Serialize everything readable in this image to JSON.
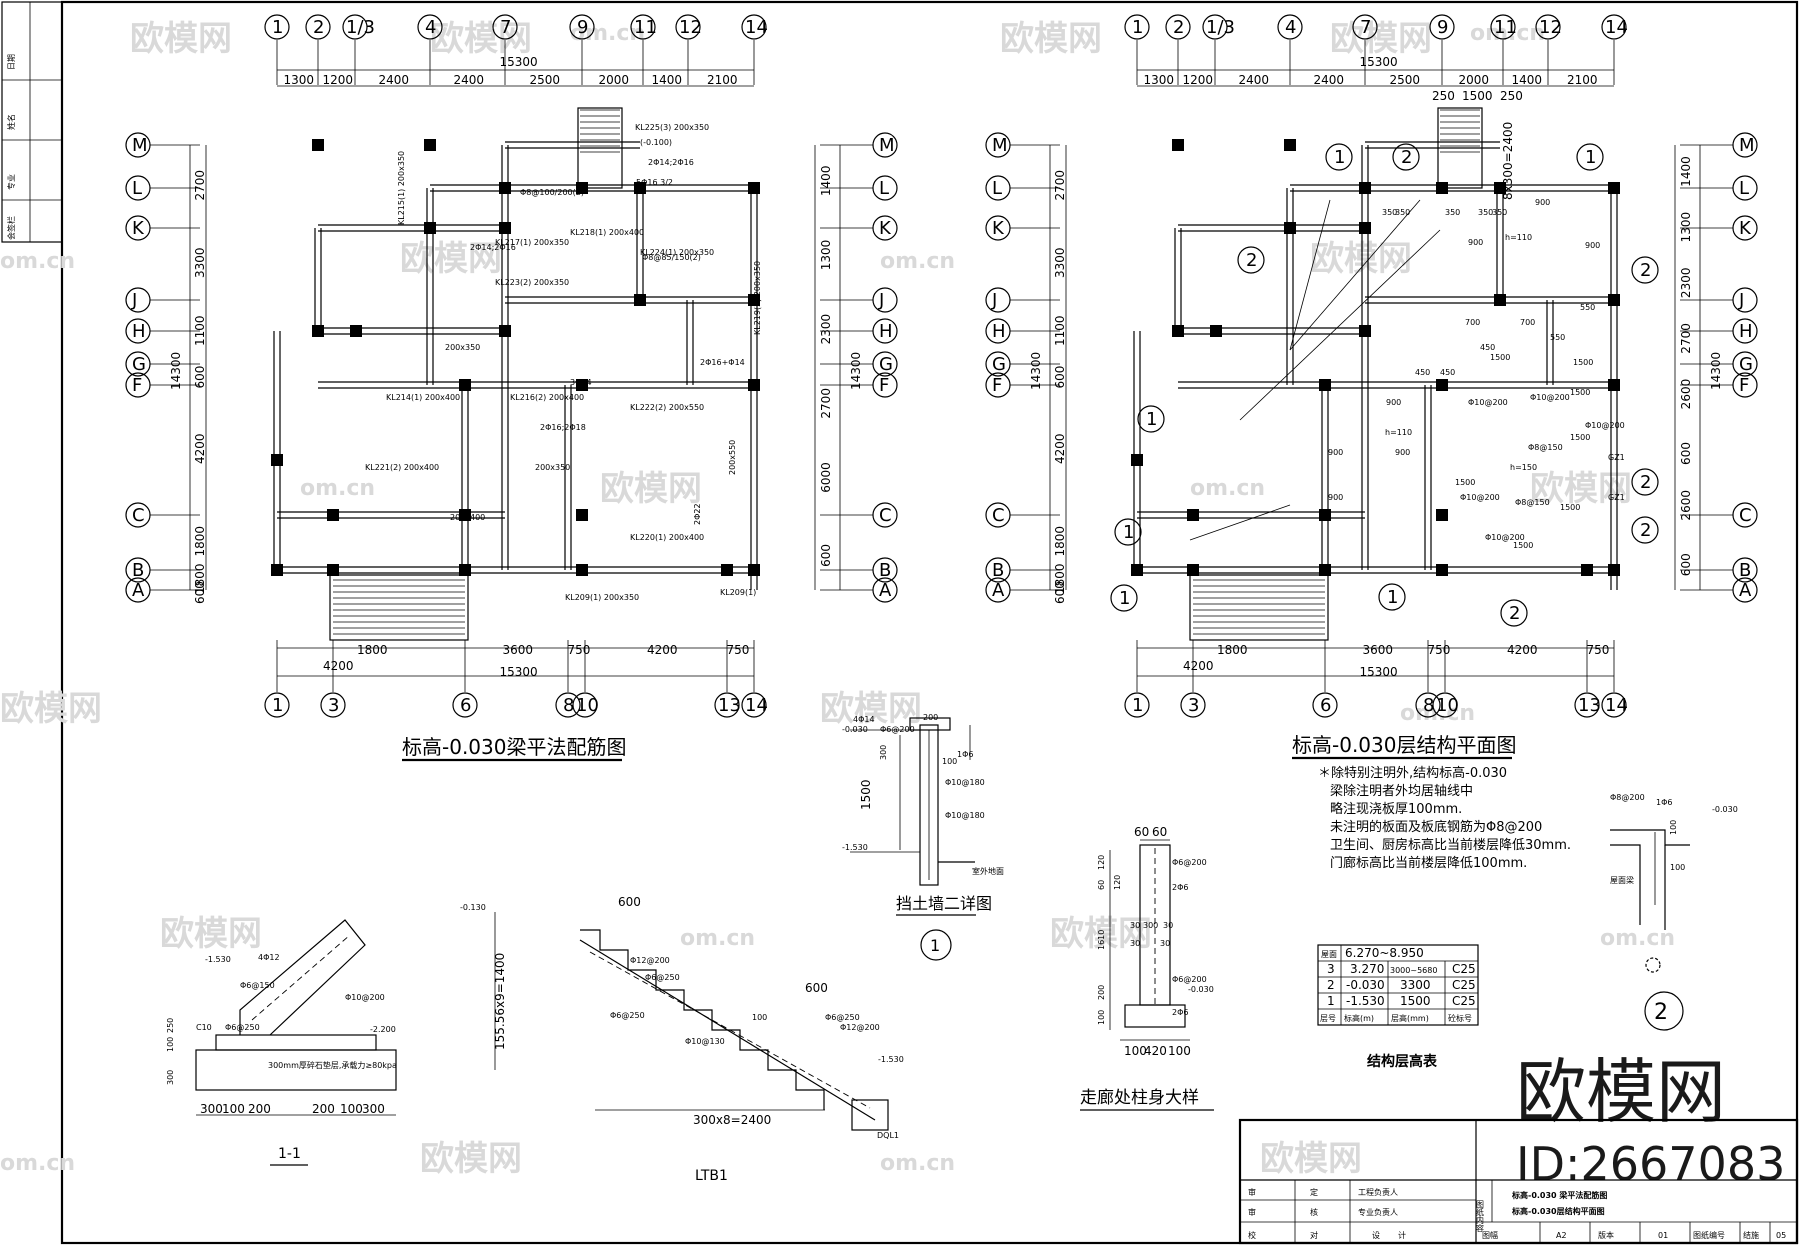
{
  "watermark": {
    "brand": "欧模网",
    "domain": "om.cn",
    "id_text": "ID:2667083"
  },
  "left_plan": {
    "title": "标高-0.030梁平法配筋图",
    "top_axes": [
      "1",
      "2",
      "1/3",
      "4",
      "7",
      "9",
      "11",
      "12",
      "14"
    ],
    "bottom_axes": [
      "1",
      "3",
      "6",
      "8",
      "10",
      "13",
      "14"
    ],
    "side_axes": [
      "M",
      "L",
      "K",
      "J",
      "H",
      "G",
      "F",
      "C",
      "B",
      "A"
    ],
    "top_dims": [
      "1300",
      "1200",
      "2400",
      "2400",
      "2500",
      "2000",
      "1400",
      "2100"
    ],
    "top_total": "15300",
    "bottom_dims": [
      "1800",
      "3600",
      "750",
      "4200",
      "750"
    ],
    "bottom_dims2": [
      "4200",
      "15300"
    ],
    "left_dims": [
      "2700",
      "3300",
      "1100",
      "600",
      "4200",
      "1800",
      "1800",
      "600"
    ],
    "left_total": "14300",
    "right_dims": [
      "1400",
      "1300",
      "2300",
      "2700",
      "6000",
      "600"
    ],
    "right_total": "14300",
    "beam_labels": [
      "KL225(3) 200x350",
      "KL224(1) 200x350",
      "KL223(2) 200x350",
      "KL222(2) 200x550",
      "KL221(2) 200x400",
      "KL220(1) 200x400",
      "KL219(3) 200x350",
      "KL218(1) 200x400",
      "KL217(1) 200x350",
      "KL216(2) 200x400",
      "KL215(1) 200x350",
      "KL214(1) 200x400",
      "KL209(1) 200x350",
      "KL209(1)",
      "200x350",
      "200x400",
      "200x550",
      "200x350",
      "Φ8@85/150(2)",
      "Φ8@100/200(2)",
      "2Φ14;2Φ16",
      "3Φ14",
      "2Φ22",
      "2Φ16+Φ14",
      "5Φ16 3/2",
      "(-0.100)",
      "2Φ14;2Φ16",
      "2Φ16;2Φ18"
    ]
  },
  "right_plan": {
    "title": "标高-0.030层结构平面图",
    "top_axes": [
      "1",
      "2",
      "1/3",
      "4",
      "7",
      "9",
      "11",
      "12",
      "14"
    ],
    "bottom_axes": [
      "1",
      "3",
      "6",
      "8",
      "10",
      "13",
      "14"
    ],
    "side_axes": [
      "M",
      "L",
      "K",
      "J",
      "H",
      "G",
      "F",
      "C",
      "B",
      "A"
    ],
    "top_dims": [
      "1300",
      "1200",
      "2400",
      "2400",
      "2500",
      "2000",
      "1400",
      "2100"
    ],
    "top_sub": [
      "250",
      "1500",
      "250"
    ],
    "top_total": "15300",
    "stair_dim": "8x300=2400",
    "bottom_dims": [
      "1800",
      "3600",
      "750",
      "4200",
      "750"
    ],
    "bottom_dims2": [
      "4200",
      "15300"
    ],
    "left_dims": [
      "2700",
      "3300",
      "1100",
      "600",
      "4200",
      "1800",
      "1800",
      "600"
    ],
    "left_total": "14300",
    "right_dims": [
      "1400",
      "1300",
      "2300",
      "2700",
      "2600",
      "600",
      "2600",
      "600"
    ],
    "right_total": "14300",
    "section_marks": [
      "1",
      "2",
      "1",
      "2",
      "2",
      "1",
      "1",
      "1",
      "1",
      "2",
      "2",
      "2"
    ],
    "slab_labels": [
      "350",
      "350",
      "350",
      "350",
      "900",
      "h=110",
      "900",
      "900",
      "700",
      "700",
      "550",
      "550",
      "450",
      "450",
      "450",
      "1500",
      "1500",
      "900",
      "Φ10@200",
      "Φ10@200",
      "Φ10@200",
      "1500",
      "h=110",
      "900",
      "900",
      "Φ8@150",
      "h=150",
      "Φ10@200",
      "1500",
      "Φ8@150",
      "900",
      "Φ10@200",
      "1500",
      "GZ1",
      "GZ1",
      "1500",
      "1500",
      "350"
    ]
  },
  "notes": {
    "lines": [
      "＊除特别注明外,结构标高-0.030",
      "梁除注明者外均居轴线中",
      "略注现浇板厚100mm.",
      "未注明的板面及板底钢筋为Φ8@200",
      "卫生间、厨房标高比当前楼层降低30mm.",
      "门廊标高比当前楼层降低100mm."
    ]
  },
  "level_table": {
    "title": "结构层高表",
    "header_row": "屋面",
    "header_value": "6.270~8.950",
    "rows": [
      {
        "floor": "3",
        "elev": "3.270",
        "height": "3000~5680",
        "grade": "C25"
      },
      {
        "floor": "2",
        "elev": "-0.030",
        "height": "3300",
        "grade": "C25"
      },
      {
        "floor": "1",
        "elev": "-1.530",
        "height": "1500",
        "grade": "C25"
      }
    ],
    "columns": [
      "层号",
      "标高(m)",
      "层高(mm)",
      "砼标号"
    ]
  },
  "details": {
    "retaining_wall": {
      "title": "挡土墙二详图",
      "mark": "1",
      "labels": [
        "-0.030",
        "Φ6@200",
        "4Φ14",
        "200",
        "1Φ6",
        "100",
        "300",
        "1500",
        "Φ10@180",
        "Φ10@180",
        "-1.530",
        "室外地面",
        "100",
        "300"
      ]
    },
    "section_1_1": {
      "title": "1-1",
      "labels": [
        "-1.530",
        "4Φ12",
        "Φ6@150",
        "Φ10@200",
        "-2.200",
        "C10",
        "Φ6@250",
        "300mm厚碎石垫层,承载力≥80kpa",
        "300",
        "100",
        "250",
        "300",
        "100",
        "200",
        "200",
        "100",
        "300"
      ]
    },
    "stair_ltb1": {
      "title": "LTB1",
      "labels": [
        "-0.130",
        "600",
        "Φ12@200",
        "Φ6@250",
        "155.56x9=1400",
        "600",
        "Φ6@250",
        "Φ12@200",
        "100",
        "Φ10@130",
        "Φ6@250",
        "-1.530",
        "300x8=2400",
        "DQL1"
      ]
    },
    "corridor_column": {
      "title": "走廊处柱身大样",
      "labels": [
        "60",
        "60",
        "120",
        "Φ6@200",
        "2Φ6",
        "60",
        "120",
        "30",
        "300",
        "30",
        "30",
        "30",
        "1610",
        "200",
        "100",
        "Φ6@200",
        "-0.030",
        "2Φ6",
        "100",
        "420",
        "100"
      ]
    },
    "detail_2": {
      "mark": "2",
      "labels": [
        "Φ8@200",
        "1Φ6",
        "-0.030",
        "100",
        "100",
        "屋面梁"
      ]
    }
  },
  "title_block": {
    "rows": [
      {
        "a": "审",
        "b": "定",
        "c": "工程负责人"
      },
      {
        "a": "审",
        "b": "核",
        "c": "专业负责人"
      },
      {
        "a": "校",
        "b": "对",
        "c": "设",
        "d": "计"
      }
    ],
    "drawing_content_label": "图纸内容",
    "drawing_names": [
      "标高-0.030 梁平法配筋图",
      "标高-0.030层结构平面图"
    ],
    "sheet_label": "图幅",
    "sheet_value": "A2",
    "version_label": "版本",
    "version_value": "01",
    "number_label": "图纸编号",
    "number_value": "结施",
    "page_value": "05"
  },
  "left_strip": [
    "会签栏",
    "专业",
    "姓名",
    "日期"
  ]
}
